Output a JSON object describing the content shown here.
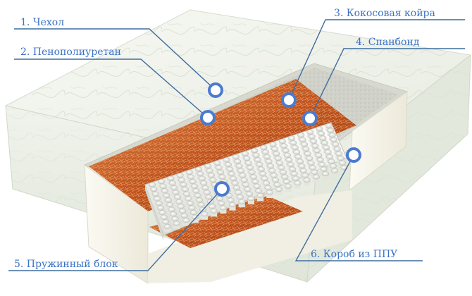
{
  "labels": {
    "cover": "1. Чехол",
    "foam": "2. Пенополиуретан",
    "coir": "3. Кокосовая койра",
    "spunbond": "4. Спанбонд",
    "spring_block": "5. Пружинный блок",
    "ppu_box": "6. Короб из ППУ"
  },
  "colors": {
    "label_text": "#3a72c5",
    "leader_line": "#3f6d9e",
    "marker_fill": "#4a7bd0",
    "coir": "#c8622a",
    "cover": "#eef2e9"
  }
}
